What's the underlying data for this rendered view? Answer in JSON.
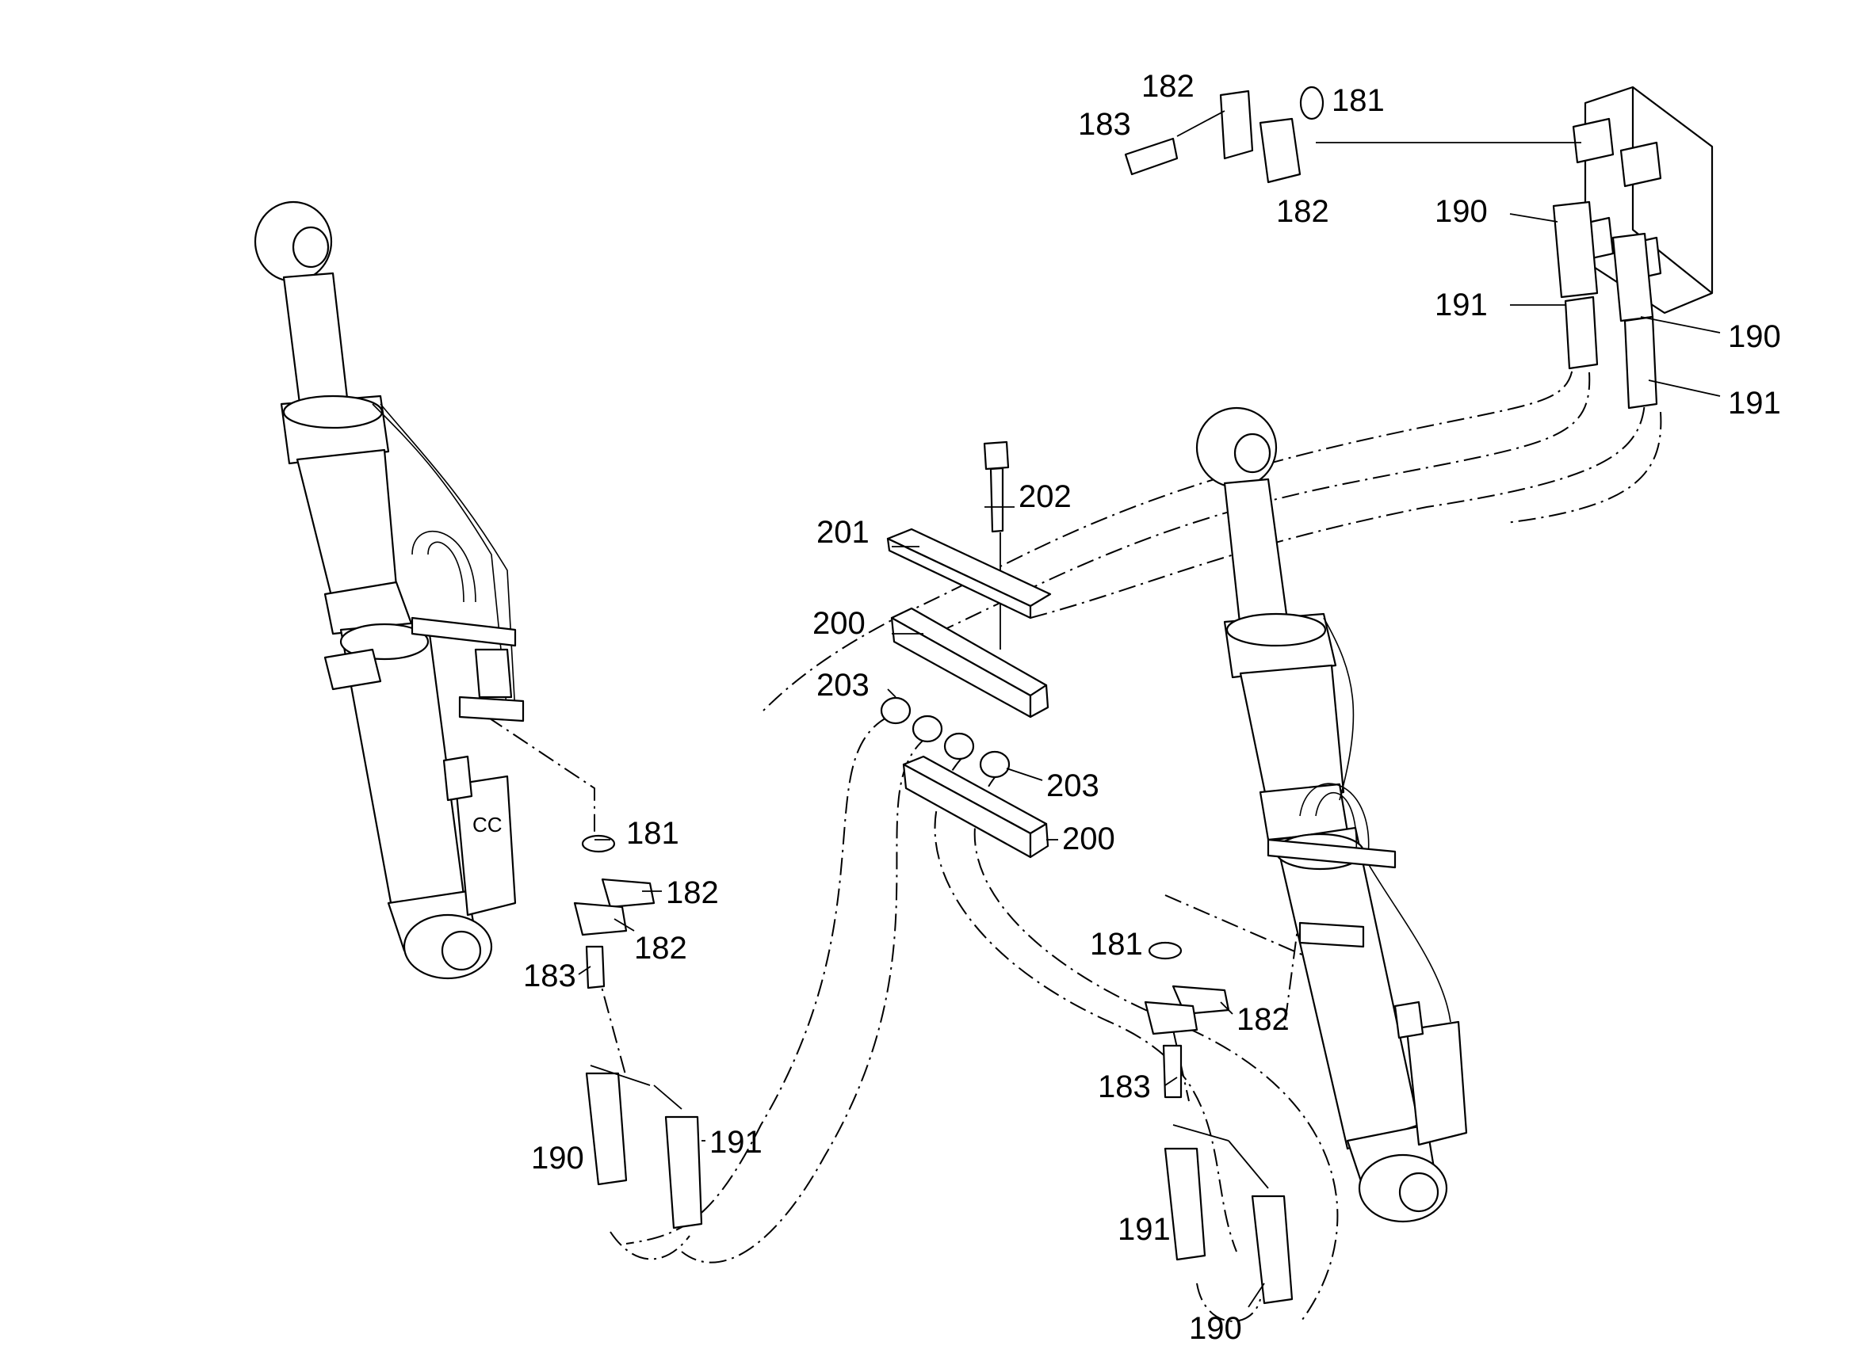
{
  "callouts": [
    {
      "id": "c1",
      "text": "182"
    },
    {
      "id": "c2",
      "text": "181"
    },
    {
      "id": "c3",
      "text": "183"
    },
    {
      "id": "c4",
      "text": "182"
    },
    {
      "id": "c5",
      "text": "190"
    },
    {
      "id": "c6",
      "text": "191"
    },
    {
      "id": "c7",
      "text": "190"
    },
    {
      "id": "c8",
      "text": "191"
    },
    {
      "id": "c9",
      "text": "202"
    },
    {
      "id": "c10",
      "text": "201"
    },
    {
      "id": "c11",
      "text": "200"
    },
    {
      "id": "c12",
      "text": "203"
    },
    {
      "id": "c13",
      "text": "203"
    },
    {
      "id": "c14",
      "text": "200"
    },
    {
      "id": "c15",
      "text": "181"
    },
    {
      "id": "c16",
      "text": "182"
    },
    {
      "id": "c17",
      "text": "182"
    },
    {
      "id": "c18",
      "text": "183"
    },
    {
      "id": "c19",
      "text": "190"
    },
    {
      "id": "c20",
      "text": "191"
    },
    {
      "id": "c21",
      "text": "181"
    },
    {
      "id": "c22",
      "text": "182"
    },
    {
      "id": "c23",
      "text": "183"
    },
    {
      "id": "c24",
      "text": "191"
    },
    {
      "id": "c25",
      "text": "190"
    }
  ],
  "valve_block_marking": "CC"
}
